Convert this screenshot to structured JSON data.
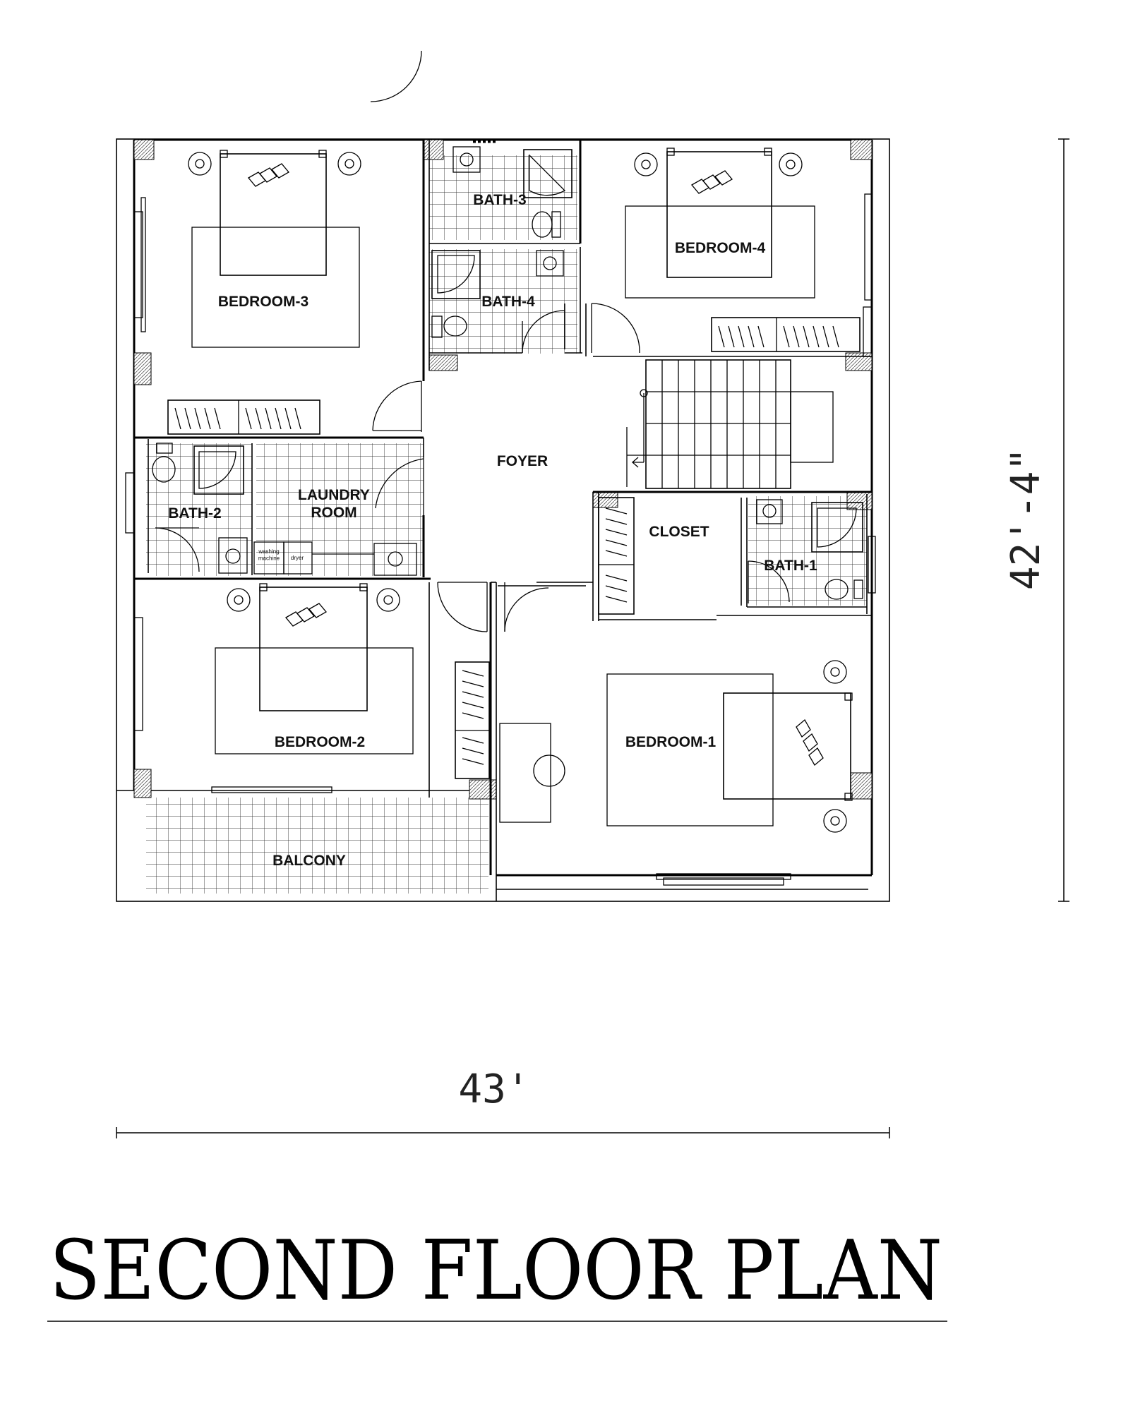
{
  "rooms": {
    "bedroom_3": "BEDROOM-3",
    "bath_3": "BATH-3",
    "bath_4": "BATH-4",
    "bedroom_4": "BEDROOM-4",
    "foyer": "FOYER",
    "laundry_room": "LAUNDRY\nROOM",
    "bath_2": "BATH-2",
    "closet": "CLOSET",
    "bath_1": "BATH-1",
    "bedroom_2": "BEDROOM-2",
    "bedroom_1": "BEDROOM-1",
    "balcony": "BALCONY"
  },
  "appliances": {
    "washing_machine": "washing\nmachine",
    "dryer": "dryer"
  },
  "dimensions": {
    "width": "43'",
    "height": "42'-4\""
  },
  "title": "SECOND FLOOR PLAN"
}
